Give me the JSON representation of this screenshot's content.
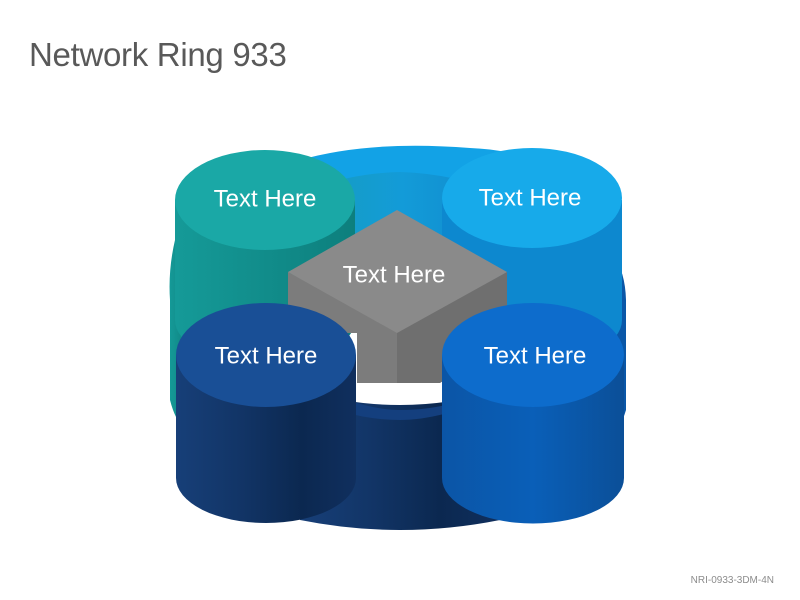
{
  "title": "Network Ring 933",
  "footer_code": "NRI-0933-3DM-4N",
  "nodes": {
    "top_left": {
      "label": "Text Here",
      "color": "#1aa8a6"
    },
    "top_right": {
      "label": "Text Here",
      "color": "#17aaea"
    },
    "center": {
      "label": "Text Here",
      "color": "#808080"
    },
    "bottom_left": {
      "label": "Text Here",
      "color": "#194f96"
    },
    "bottom_right": {
      "label": "Text Here",
      "color": "#0d6ccc"
    }
  }
}
